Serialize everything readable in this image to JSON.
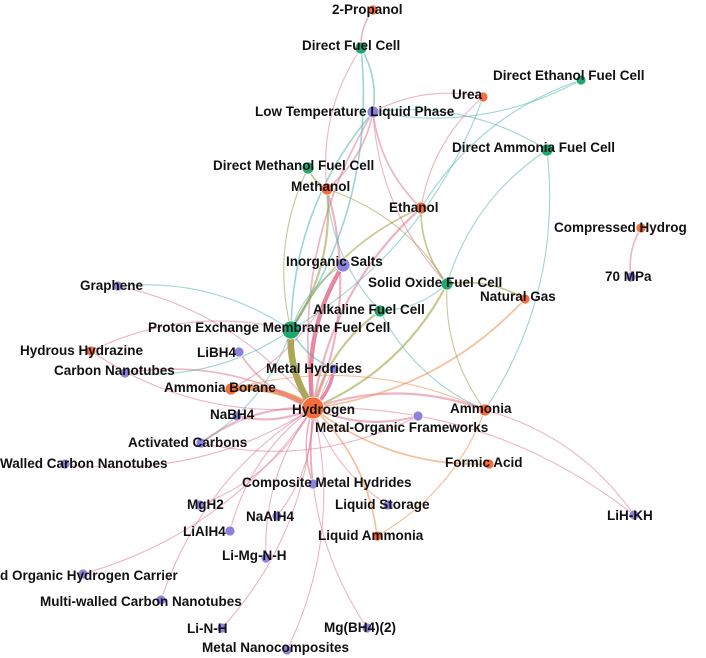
{
  "colors": {
    "orange": "#F46D3B",
    "green": "#1FA971",
    "purple": "#8C82DC",
    "edge_pink": "#E0768F",
    "edge_teal": "#4FB5B0",
    "edge_olive": "#9A9A3A",
    "edge_orange": "#F08A45"
  },
  "nodes": [
    {
      "id": "hydrogen",
      "label": "Hydrogen",
      "color": "orange"
    },
    {
      "id": "pemfc",
      "label": "Proton Exchange Membrane Fuel Cell",
      "color": "green"
    },
    {
      "id": "propanol",
      "label": "2-Propanol",
      "color": "orange"
    },
    {
      "id": "dfc",
      "label": "Direct Fuel Cell",
      "color": "green"
    },
    {
      "id": "defc",
      "label": "Direct Ethanol Fuel Cell",
      "color": "green"
    },
    {
      "id": "urea",
      "label": "Urea",
      "color": "orange"
    },
    {
      "id": "ltlp",
      "label": "Low Temperature Liquid Phase",
      "color": "purple"
    },
    {
      "id": "dafc",
      "label": "Direct Ammonia Fuel Cell",
      "color": "green"
    },
    {
      "id": "dmfc",
      "label": "Direct Methanol Fuel Cell",
      "color": "green"
    },
    {
      "id": "methanol",
      "label": "Methanol",
      "color": "orange"
    },
    {
      "id": "ethanol",
      "label": "Ethanol",
      "color": "orange"
    },
    {
      "id": "compressed",
      "label": "Compressed Hydrog",
      "color": "orange"
    },
    {
      "id": "mpa",
      "label": "70 MPa",
      "color": "purple"
    },
    {
      "id": "inorganic",
      "label": "Inorganic Salts",
      "color": "purple"
    },
    {
      "id": "sofc",
      "label": "Solid Oxide Fuel Cell",
      "color": "green"
    },
    {
      "id": "natgas",
      "label": "Natural Gas",
      "color": "orange"
    },
    {
      "id": "graphene",
      "label": "Graphene",
      "color": "purple"
    },
    {
      "id": "afc",
      "label": "Alkaline Fuel Cell",
      "color": "green"
    },
    {
      "id": "hydrazine",
      "label": "Hydrous Hydrazine",
      "color": "orange"
    },
    {
      "id": "libh4",
      "label": "LiBH4",
      "color": "purple"
    },
    {
      "id": "cnt",
      "label": "Carbon Nanotubes",
      "color": "purple"
    },
    {
      "id": "metalhyd",
      "label": "Metal Hydrides",
      "color": "purple"
    },
    {
      "id": "ammoniaborane",
      "label": "Ammonia Borane",
      "color": "orange"
    },
    {
      "id": "ammonia",
      "label": "Ammonia",
      "color": "orange"
    },
    {
      "id": "nabh4",
      "label": "NaBH4",
      "color": "purple"
    },
    {
      "id": "mof",
      "label": "Metal-Organic Frameworks",
      "color": "purple"
    },
    {
      "id": "activated",
      "label": "Activated Carbons",
      "color": "purple"
    },
    {
      "id": "swcnt",
      "label": "Walled Carbon Nanotubes",
      "color": "purple"
    },
    {
      "id": "formic",
      "label": "Formic Acid",
      "color": "orange"
    },
    {
      "id": "composite",
      "label": "Composite Metal Hydrides",
      "color": "purple"
    },
    {
      "id": "mgh2",
      "label": "MgH2",
      "color": "purple"
    },
    {
      "id": "liquidstorage",
      "label": "Liquid Storage",
      "color": "purple"
    },
    {
      "id": "lihkh",
      "label": "LiH-KH",
      "color": "purple"
    },
    {
      "id": "lialh4",
      "label": "LiAlH4",
      "color": "purple"
    },
    {
      "id": "naalh4",
      "label": "NaAlH4",
      "color": "purple"
    },
    {
      "id": "liqammonia",
      "label": "Liquid Ammonia",
      "color": "orange"
    },
    {
      "id": "limgnh",
      "label": "Li-Mg-N-H",
      "color": "purple"
    },
    {
      "id": "lohc",
      "label": "d Organic Hydrogen Carrier",
      "color": "purple"
    },
    {
      "id": "mwcnt",
      "label": "Multi-walled Carbon Nanotubes",
      "color": "purple"
    },
    {
      "id": "linh",
      "label": "Li-N-H",
      "color": "purple"
    },
    {
      "id": "mgbh4",
      "label": "Mg(BH4)(2)",
      "color": "purple"
    },
    {
      "id": "metalnano",
      "label": "Metal Nanocomposites",
      "color": "purple"
    }
  ],
  "edges": [
    {
      "from": "hydrogen",
      "to": "pemfc",
      "color": "edge_olive",
      "weight": 6
    },
    {
      "from": "hydrogen",
      "to": "ammoniaborane",
      "color": "edge_orange",
      "weight": 5
    },
    {
      "from": "hydrogen",
      "to": "inorganic",
      "color": "edge_pink",
      "weight": 4
    },
    {
      "from": "hydrogen",
      "to": "metalhyd",
      "color": "edge_pink",
      "weight": 3
    },
    {
      "from": "hydrogen",
      "to": "afc",
      "color": "edge_olive",
      "weight": 2
    },
    {
      "from": "hydrogen",
      "to": "sofc",
      "color": "edge_olive",
      "weight": 2
    },
    {
      "from": "hydrogen",
      "to": "ammonia",
      "color": "edge_pink",
      "weight": 2
    },
    {
      "from": "hydrogen",
      "to": "mof",
      "color": "edge_pink",
      "weight": 2
    },
    {
      "from": "hydrogen",
      "to": "nabh4",
      "color": "edge_pink",
      "weight": 2
    },
    {
      "from": "hydrogen",
      "to": "activated",
      "color": "edge_pink",
      "weight": 2
    },
    {
      "from": "hydrogen",
      "to": "libh4",
      "color": "edge_pink",
      "weight": 1.5
    },
    {
      "from": "hydrogen",
      "to": "cnt",
      "color": "edge_pink",
      "weight": 1.5
    },
    {
      "from": "hydrogen",
      "to": "hydrazine",
      "color": "edge_pink",
      "weight": 1
    },
    {
      "from": "hydrogen",
      "to": "graphene",
      "color": "edge_pink",
      "weight": 1
    },
    {
      "from": "hydrogen",
      "to": "swcnt",
      "color": "edge_pink",
      "weight": 1
    },
    {
      "from": "hydrogen",
      "to": "composite",
      "color": "edge_pink",
      "weight": 1.5
    },
    {
      "from": "hydrogen",
      "to": "mgh2",
      "color": "edge_pink",
      "weight": 1
    },
    {
      "from": "hydrogen",
      "to": "lialh4",
      "color": "edge_pink",
      "weight": 1
    },
    {
      "from": "hydrogen",
      "to": "naalh4",
      "color": "edge_pink",
      "weight": 1
    },
    {
      "from": "hydrogen",
      "to": "limgnh",
      "color": "edge_pink",
      "weight": 1
    },
    {
      "from": "hydrogen",
      "to": "lohc",
      "color": "edge_pink",
      "weight": 1
    },
    {
      "from": "hydrogen",
      "to": "mwcnt",
      "color": "edge_pink",
      "weight": 1
    },
    {
      "from": "hydrogen",
      "to": "linh",
      "color": "edge_pink",
      "weight": 1
    },
    {
      "from": "hydrogen",
      "to": "mgbh4",
      "color": "edge_pink",
      "weight": 1
    },
    {
      "from": "hydrogen",
      "to": "metalnano",
      "color": "edge_pink",
      "weight": 1
    },
    {
      "from": "hydrogen",
      "to": "liquidstorage",
      "color": "edge_pink",
      "weight": 1
    },
    {
      "from": "hydrogen",
      "to": "liqammonia",
      "color": "edge_orange",
      "weight": 1.5
    },
    {
      "from": "hydrogen",
      "to": "formic",
      "color": "edge_orange",
      "weight": 1.5
    },
    {
      "from": "hydrogen",
      "to": "lihkh",
      "color": "edge_pink",
      "weight": 1
    },
    {
      "from": "hydrogen",
      "to": "natgas",
      "color": "edge_orange",
      "weight": 1.5
    },
    {
      "from": "hydrogen",
      "to": "ethanol",
      "color": "edge_pink",
      "weight": 2
    },
    {
      "from": "hydrogen",
      "to": "methanol",
      "color": "edge_pink",
      "weight": 2
    },
    {
      "from": "hydrogen",
      "to": "ltlp",
      "color": "edge_pink",
      "weight": 1.5
    },
    {
      "from": "pemfc",
      "to": "methanol",
      "color": "edge_olive",
      "weight": 2
    },
    {
      "from": "pemfc",
      "to": "ltlp",
      "color": "edge_teal",
      "weight": 1.5
    },
    {
      "from": "pemfc",
      "to": "dfc",
      "color": "edge_teal",
      "weight": 1.5
    },
    {
      "from": "pemfc",
      "to": "ethanol",
      "color": "edge_olive",
      "weight": 1.5
    },
    {
      "from": "pemfc",
      "to": "graphene",
      "color": "edge_teal",
      "weight": 1
    },
    {
      "from": "pemfc",
      "to": "cnt",
      "color": "edge_teal",
      "weight": 1
    },
    {
      "from": "pemfc",
      "to": "metalhyd",
      "color": "edge_teal",
      "weight": 1.5
    },
    {
      "from": "pemfc",
      "to": "inorganic",
      "color": "edge_teal",
      "weight": 1
    },
    {
      "from": "pemfc",
      "to": "urea",
      "color": "edge_teal",
      "weight": 1
    },
    {
      "from": "pemfc",
      "to": "dmfc",
      "color": "edge_olive",
      "weight": 1
    },
    {
      "from": "pemfc",
      "to": "hydrazine",
      "color": "edge_pink",
      "weight": 1
    },
    {
      "from": "pemfc",
      "to": "activated",
      "color": "edge_teal",
      "weight": 1
    },
    {
      "from": "propanol",
      "to": "dfc",
      "color": "edge_pink",
      "weight": 1.5
    },
    {
      "from": "dfc",
      "to": "ltlp",
      "color": "edge_teal",
      "weight": 1.5
    },
    {
      "from": "dfc",
      "to": "methanol",
      "color": "edge_pink",
      "weight": 1
    },
    {
      "from": "ltlp",
      "to": "urea",
      "color": "edge_pink",
      "weight": 1
    },
    {
      "from": "ltlp",
      "to": "ethanol",
      "color": "edge_pink",
      "weight": 1.5
    },
    {
      "from": "ltlp",
      "to": "methanol",
      "color": "edge_pink",
      "weight": 1.5
    },
    {
      "from": "ltlp",
      "to": "defc",
      "color": "edge_teal",
      "weight": 1
    },
    {
      "from": "ltlp",
      "to": "dafc",
      "color": "edge_teal",
      "weight": 1
    },
    {
      "from": "ltlp",
      "to": "sofc",
      "color": "edge_pink",
      "weight": 1
    },
    {
      "from": "ethanol",
      "to": "defc",
      "color": "edge_teal",
      "weight": 1
    },
    {
      "from": "ethanol",
      "to": "sofc",
      "color": "edge_olive",
      "weight": 1.5
    },
    {
      "from": "ethanol",
      "to": "urea",
      "color": "edge_pink",
      "weight": 1
    },
    {
      "from": "dafc",
      "to": "sofc",
      "color": "edge_teal",
      "weight": 1
    },
    {
      "from": "dafc",
      "to": "ammonia",
      "color": "edge_teal",
      "weight": 1
    },
    {
      "from": "dmfc",
      "to": "methanol",
      "color": "edge_olive",
      "weight": 1.5
    },
    {
      "from": "methanol",
      "to": "sofc",
      "color": "edge_olive",
      "weight": 1
    },
    {
      "from": "methanol",
      "to": "afc",
      "color": "edge_teal",
      "weight": 1
    },
    {
      "from": "sofc",
      "to": "natgas",
      "color": "edge_olive",
      "weight": 1.5
    },
    {
      "from": "sofc",
      "to": "ammonia",
      "color": "edge_olive",
      "weight": 1
    },
    {
      "from": "sofc",
      "to": "afc",
      "color": "edge_teal",
      "weight": 1
    },
    {
      "from": "compressed",
      "to": "mpa",
      "color": "edge_pink",
      "weight": 1.5
    },
    {
      "from": "ammonia",
      "to": "liqammonia",
      "color": "edge_orange",
      "weight": 1
    },
    {
      "from": "ammonia",
      "to": "ammoniaborane",
      "color": "edge_orange",
      "weight": 1
    },
    {
      "from": "ammonia",
      "to": "lihkh",
      "color": "edge_pink",
      "weight": 1
    },
    {
      "from": "afc",
      "to": "ammonia",
      "color": "edge_teal",
      "weight": 1
    },
    {
      "from": "inorganic",
      "to": "ammoniaborane",
      "color": "edge_pink",
      "weight": 1
    },
    {
      "from": "metalhyd",
      "to": "composite",
      "color": "edge_pink",
      "weight": 1
    },
    {
      "from": "mof",
      "to": "activated",
      "color": "edge_pink",
      "weight": 1
    }
  ]
}
